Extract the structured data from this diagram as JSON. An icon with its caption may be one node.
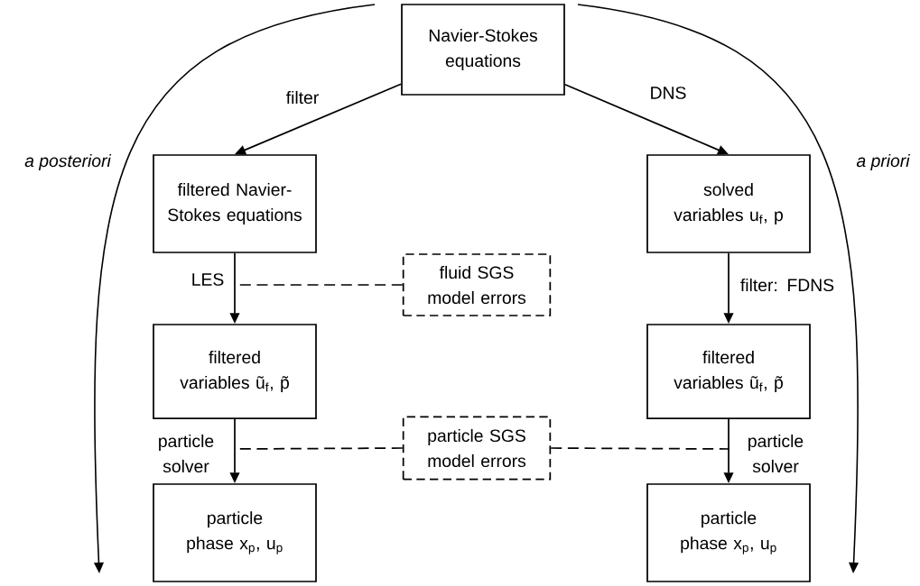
{
  "diagram": {
    "nodes": [
      {
        "text": [
          "Navier-Stokes equations"
        ]
      },
      {
        "text": [
          "filtered Navier-Stokes equations"
        ]
      },
      {
        "text": [
          "solved variables u$_{f}$, p"
        ]
      },
      {
        "text": [
          "fluid SGS model errors"
        ]
      },
      {
        "text": [
          "filtered variables ũ$_{f}$, p̃"
        ]
      },
      {
        "text": [
          "filtered variables ũ$_{f}$, p̃"
        ]
      },
      {
        "text": [
          "particle SGS model errors"
        ]
      },
      {
        "text": [
          "particle phase x$_{p}$, u$_{p}$"
        ]
      },
      {
        "text": [
          "particle phase x$_{p}$, u$_{p}$"
        ]
      }
    ],
    "edges": [
      {
        "from": 0,
        "to": 1,
        "arrow": "to",
        "label": "filter"
      },
      {
        "from": 0,
        "to": 2,
        "arrow": "to",
        "label": "DNS"
      },
      {
        "from": 1,
        "to": 4,
        "arrow": "to",
        "label": "LES"
      },
      {
        "from": 2,
        "to": 5,
        "arrow": "to",
        "label": "filter: FDNS"
      },
      {
        "from": 4,
        "to": 7,
        "arrow": "to",
        "label": "particle solver"
      },
      {
        "from": 5,
        "to": 8,
        "arrow": "to",
        "label": "particle solver"
      },
      {
        "from": 3,
        "to": null,
        "arrow": "none",
        "style": "dashed"
      },
      {
        "from": 6,
        "to": null,
        "arrow": "none",
        "style": "dashed"
      },
      {
        "from": 6,
        "to": null,
        "arrow": "none",
        "style": "dashed"
      }
    ],
    "labels": [
      "a posteriori",
      "a priori"
    ]
  }
}
